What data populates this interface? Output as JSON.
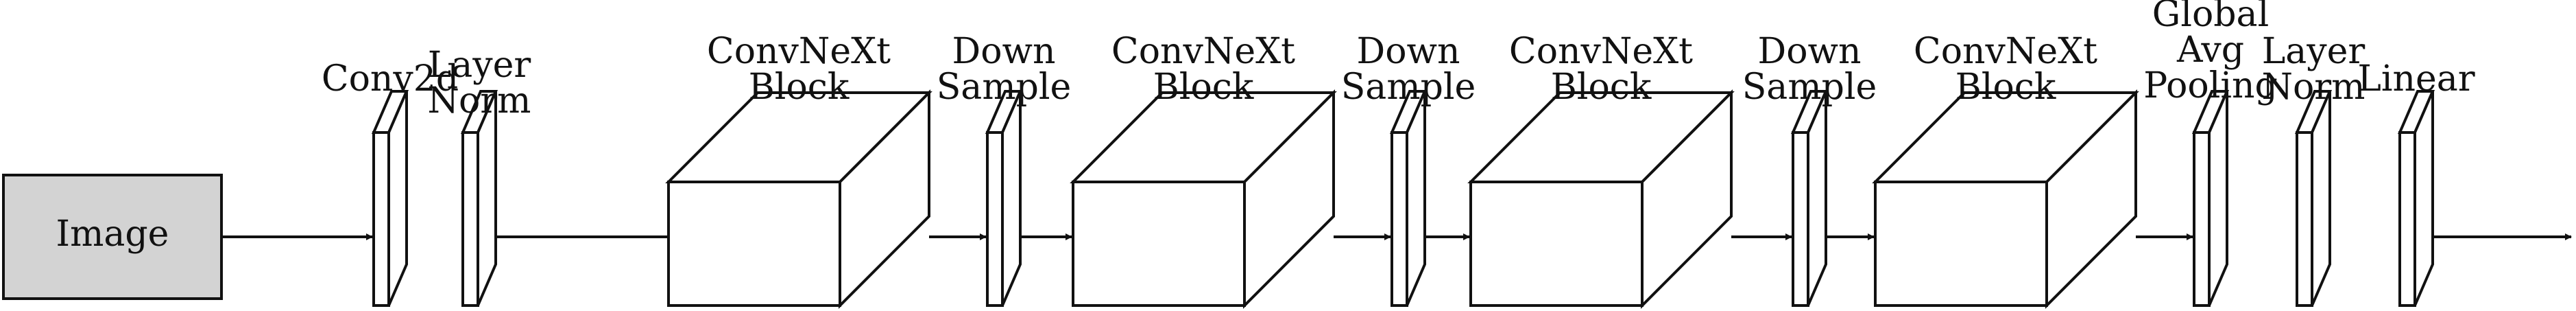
{
  "input": {
    "label": "Image"
  },
  "layers": [
    {
      "id": "conv2d",
      "kind": "slab",
      "label_lines": [
        "Conv2d"
      ]
    },
    {
      "id": "layer-norm-1",
      "kind": "slab",
      "label_lines": [
        "Layer",
        "Norm"
      ]
    },
    {
      "id": "convnext-block-1",
      "kind": "cube",
      "label_lines": [
        "ConvNeXt",
        "Block"
      ]
    },
    {
      "id": "down-sample-1",
      "kind": "slab",
      "label_lines": [
        "Down",
        "Sample"
      ]
    },
    {
      "id": "convnext-block-2",
      "kind": "cube",
      "label_lines": [
        "ConvNeXt",
        "Block"
      ]
    },
    {
      "id": "down-sample-2",
      "kind": "slab",
      "label_lines": [
        "Down",
        "Sample"
      ]
    },
    {
      "id": "convnext-block-3",
      "kind": "cube",
      "label_lines": [
        "ConvNeXt",
        "Block"
      ]
    },
    {
      "id": "down-sample-3",
      "kind": "slab",
      "label_lines": [
        "Down",
        "Sample"
      ]
    },
    {
      "id": "convnext-block-4",
      "kind": "cube",
      "label_lines": [
        "ConvNeXt",
        "Block"
      ]
    },
    {
      "id": "global-avg-pooling",
      "kind": "slab",
      "label_lines": [
        "Global",
        "Avg",
        "Pooling"
      ]
    },
    {
      "id": "layer-norm-2",
      "kind": "slab",
      "label_lines": [
        "Layer",
        "Norm"
      ]
    },
    {
      "id": "linear",
      "kind": "slab",
      "label_lines": [
        "Linear"
      ]
    }
  ],
  "colors": {
    "stroke": "#111111",
    "input_fill": "#d3d3d3",
    "block_fill": "#ffffff"
  }
}
